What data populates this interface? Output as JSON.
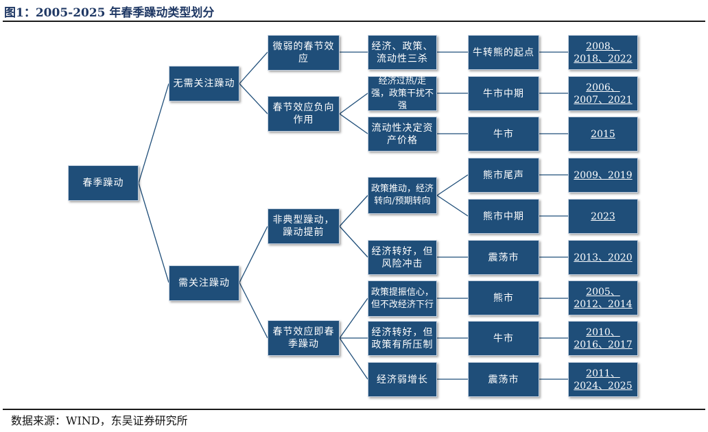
{
  "figure": {
    "title": "图1：2005-2025 年春季躁动类型划分",
    "source": "数据来源：WIND，东吴证券研究所"
  },
  "tree": {
    "root": "春季躁动",
    "level1": [
      "无需关注躁动",
      "需关注躁动"
    ],
    "level2": [
      "微弱的春节效应",
      "春节效应负向作用",
      "非典型躁动，躁动提前",
      "春节效应即春季躁动"
    ],
    "level3": [
      "经济、政策、流动性三杀",
      "经济过热/走强，政策干扰不强",
      "流动性决定资产价格",
      "政策推动，经济转向/预期转向",
      "经济转好，但风险冲击",
      "政策提振信心，但不改经济下行",
      "经济转好，但政策有所压制",
      "经济弱增长"
    ],
    "market": [
      "牛转熊的起点",
      "牛市中期",
      "牛市",
      "熊市尾声",
      "熊市中期",
      "震荡市",
      "熊市",
      "牛市",
      "震荡市"
    ],
    "years": [
      "2008、2018、2022",
      "2006、2007、2021",
      "2015",
      "2009、2019",
      "2023",
      "2013、2020",
      "2005、2012、2014",
      "2010、2016、2017",
      "2011、2024、2025"
    ]
  },
  "colors": {
    "box_fill": "#1f4e79",
    "connector": "#1f4e79",
    "title": "#1f3864"
  }
}
